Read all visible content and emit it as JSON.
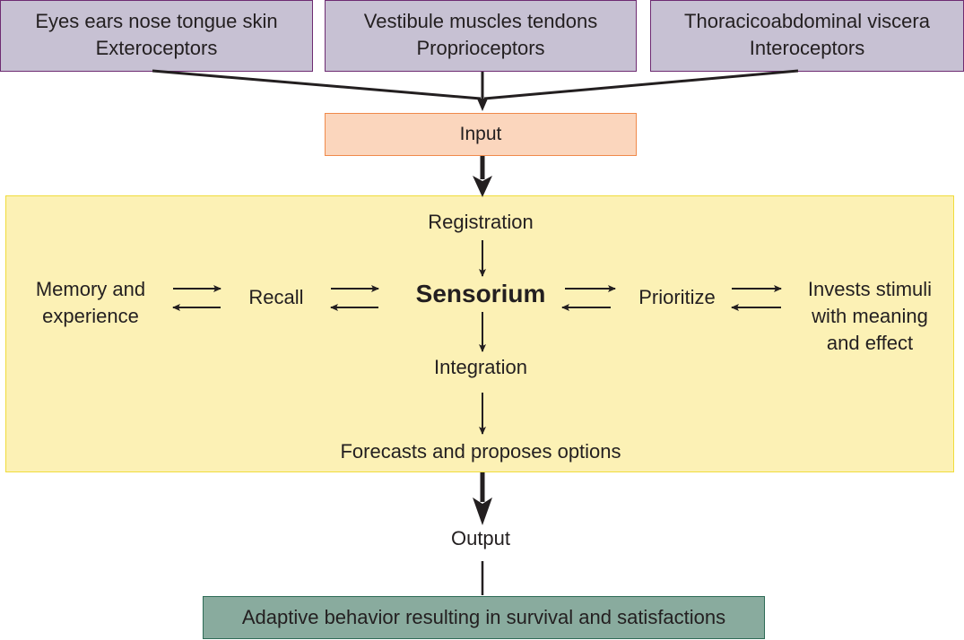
{
  "title": "Sensorium input-output flow",
  "receptors": [
    {
      "line1": "Eyes ears nose tongue skin",
      "line2": "Exteroceptors"
    },
    {
      "line1": "Vestibule muscles tendons",
      "line2": "Proprioceptors"
    },
    {
      "line1": "Thoracicoabdominal viscera",
      "line2": "Interoceptors"
    }
  ],
  "input_label": "Input",
  "sensorium": {
    "registration": "Registration",
    "center": "Sensorium",
    "integration": "Integration",
    "forecasts": "Forecasts and proposes options",
    "left_chain": {
      "memory_line1": "Memory and",
      "memory_line2": "experience",
      "recall": "Recall"
    },
    "right_chain": {
      "prioritize": "Prioritize",
      "invests_line1": "Invests stimuli",
      "invests_line2": "with meaning",
      "invests_line3": "and effect"
    }
  },
  "output_label": "Output",
  "result_label": "Adaptive behavior resulting in survival and satisfactions",
  "colors": {
    "receptor_fill": "#c7c1d3",
    "input_fill": "#fbd6bd",
    "sensorium_fill": "#fcf1b5",
    "result_fill": "#89ab9e"
  }
}
